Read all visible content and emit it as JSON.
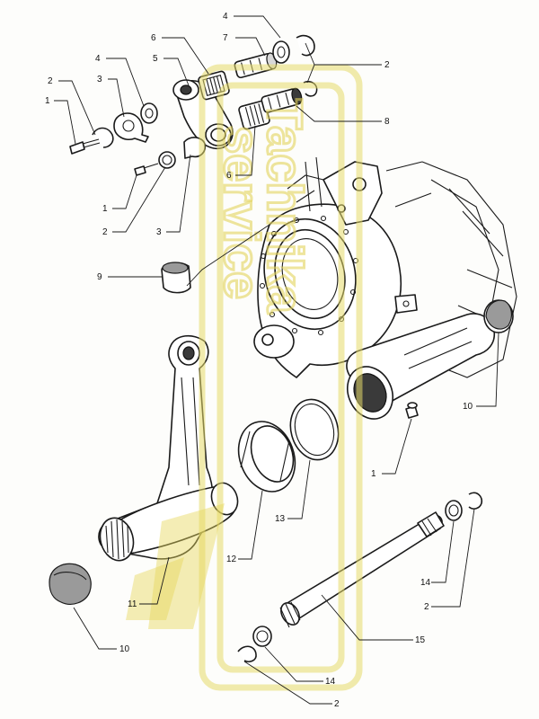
{
  "diagram": {
    "type": "exploded-parts-view",
    "callouts": [
      "1",
      "2",
      "3",
      "4",
      "5",
      "6",
      "7",
      "8",
      "9",
      "10",
      "11",
      "12",
      "13",
      "14",
      "15"
    ],
    "labels": {
      "c1a": "1",
      "c2a": "2",
      "c3a": "3",
      "c4a": "4",
      "c5": "5",
      "c6a": "6",
      "c4b": "4",
      "c7": "7",
      "c2b": "2",
      "c8": "8",
      "c6b": "6",
      "c1b": "1",
      "c2c": "2",
      "c3b": "3",
      "c9": "9",
      "c10a": "10",
      "c1c": "1",
      "c13": "13",
      "c12": "12",
      "c11": "11",
      "c14a": "14",
      "c2d": "2",
      "c15": "15",
      "c10b": "10",
      "c14b": "14",
      "c2e": "2"
    },
    "watermark": {
      "text_line_1": "Tachnika",
      "text_line_2": "service",
      "color": "#e6d65a"
    }
  },
  "colors": {
    "ink": "#1a1a1a",
    "paper": "#fdfdfb",
    "watermark": "#e6d65a"
  }
}
